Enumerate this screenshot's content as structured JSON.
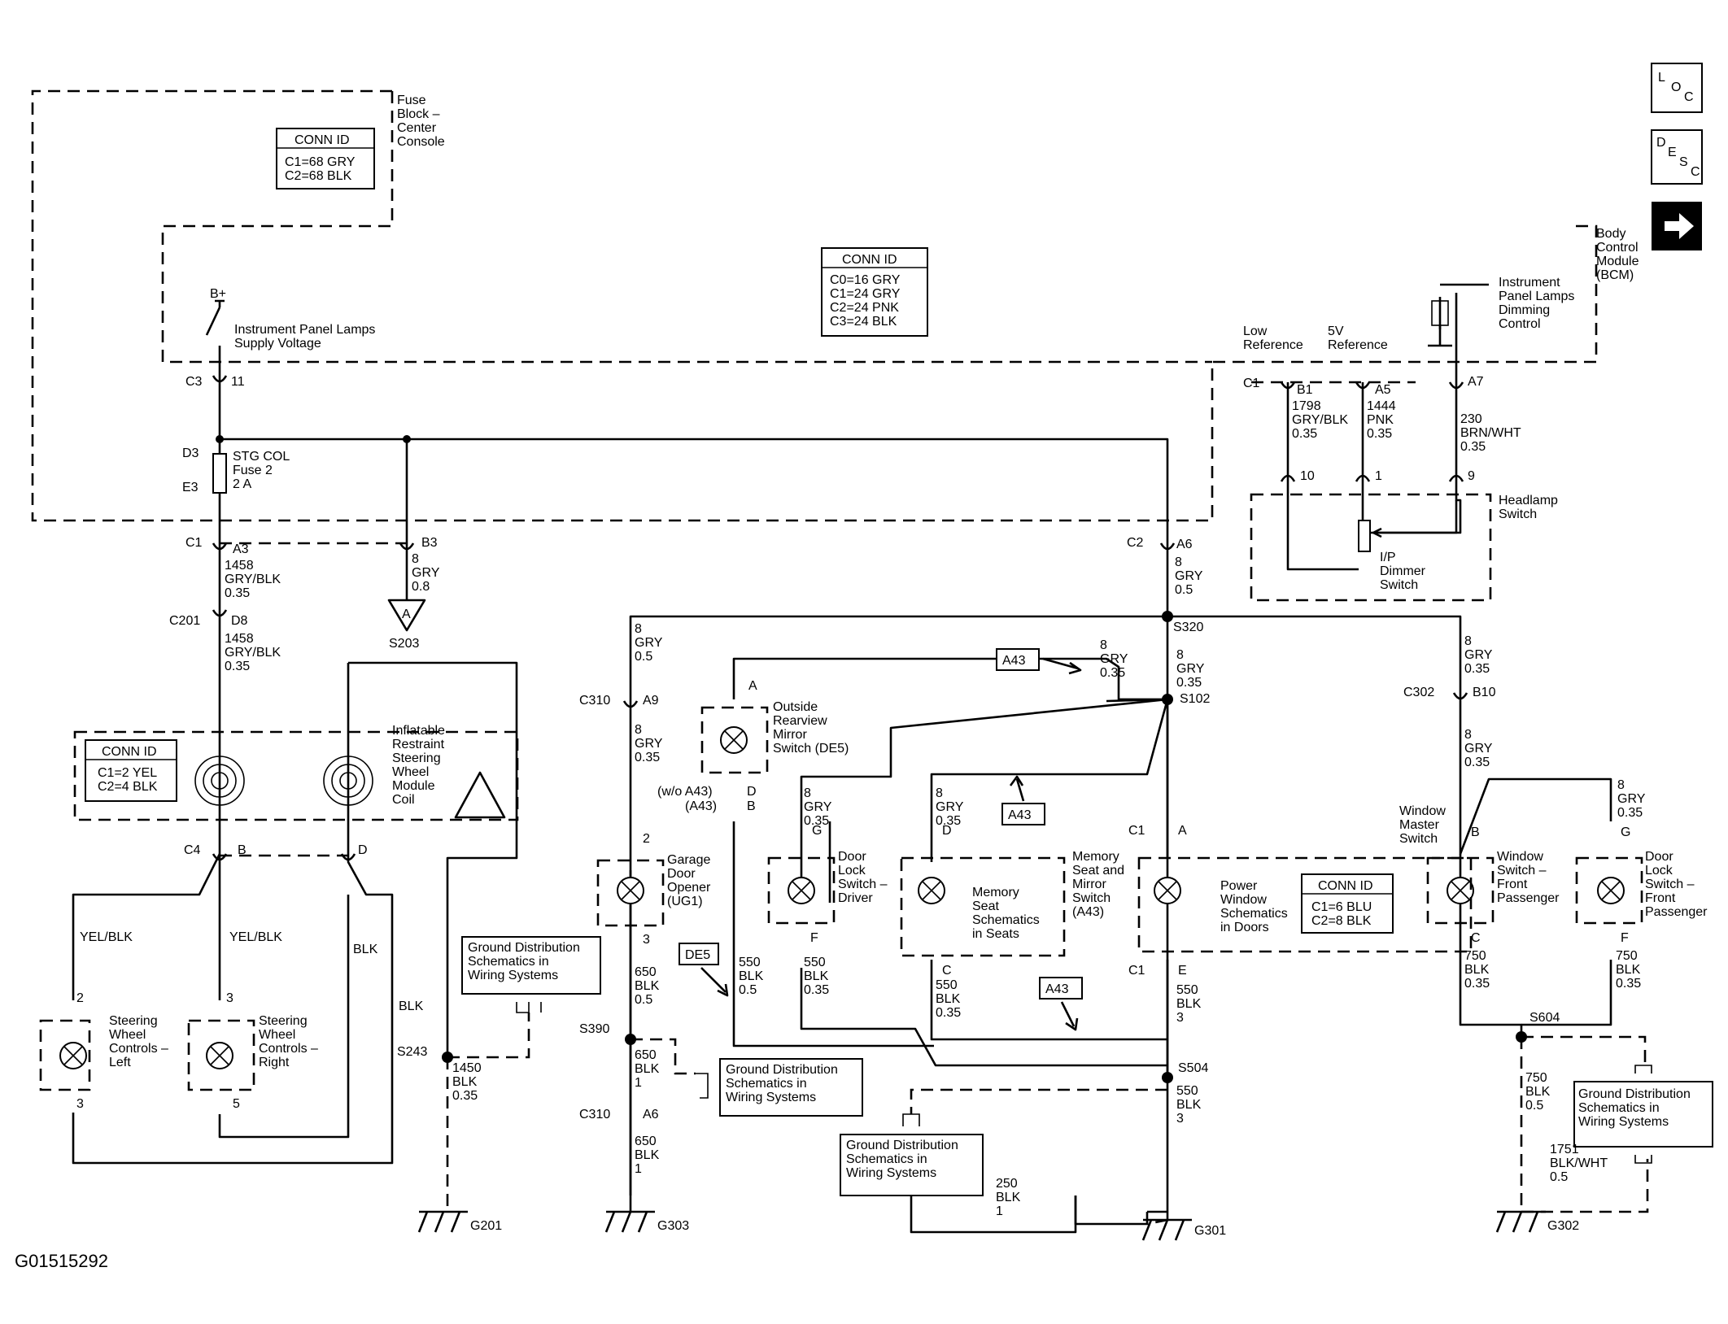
{
  "diagram_id": "G01515292",
  "nav": {
    "loc": [
      "L",
      "O",
      "C"
    ],
    "desc": [
      "D",
      "E",
      "S",
      "C"
    ],
    "next_icon": "right-arrow-icon"
  },
  "modules": {
    "fuse_block": [
      "Fuse",
      "Block –",
      "Center",
      "Console"
    ],
    "bcm": [
      "Body",
      "Control",
      "Module",
      "(BCM)"
    ]
  },
  "conn_fuse": {
    "title": "CONN ID",
    "lines": [
      "C1=68 GRY",
      "C2=68 BLK"
    ]
  },
  "conn_bcm": {
    "title": "CONN ID",
    "lines": [
      "C0=16 GRY",
      "C1=24 GRY",
      "C2=24 PNK",
      "C3=24 BLK"
    ]
  },
  "conn_coil": {
    "title": "CONN ID",
    "lines": [
      "C1=2 YEL",
      "C2=4 BLK"
    ]
  },
  "conn_window": {
    "title": "CONN ID",
    "lines": [
      "C1=6 BLU",
      "C2=8 BLK"
    ]
  },
  "bplus": "B+",
  "supply": [
    "Instrument Panel Lamps",
    "Supply Voltage"
  ],
  "dimming": [
    "Instrument",
    "Panel Lamps",
    "Dimming",
    "Control"
  ],
  "low_ref": [
    "Low",
    "Reference"
  ],
  "fivev_ref": [
    "5V",
    "Reference"
  ],
  "fuse": [
    "STG COL",
    "Fuse 2",
    "2 A"
  ],
  "headlamp": [
    "Headlamp",
    "Switch"
  ],
  "dimmer": [
    "I/P",
    "Dimmer",
    "Switch"
  ],
  "coil": [
    "Inflatable",
    "Restraint",
    "Steering",
    "Wheel",
    "Module",
    "Coil"
  ],
  "pins": {
    "c3": "C3",
    "p11": "11",
    "d3": "D3",
    "e3": "E3",
    "c1a": "C1",
    "a3": "A3",
    "b3": "B3",
    "c201": "C201",
    "d8": "D8",
    "s203": "S203",
    "tri_a": "A",
    "c4": "C4",
    "pb": "B",
    "pd": "D",
    "c2": "C2",
    "a6": "A6",
    "c1r": "C1",
    "b1": "B1",
    "a5": "A5",
    "a7": "A7",
    "p10": "10",
    "p1": "1",
    "p9": "9",
    "s320": "S320",
    "s102": "S102",
    "c310": "C310",
    "a9": "A9",
    "c302": "C302",
    "b10": "B10",
    "p2": "2",
    "p3": "3",
    "p3b": "3",
    "p5": "5",
    "p2b": "2",
    "p3c": "3",
    "oa": "A",
    "wo43": "(w/o A43)",
    "a43p": "(A43)",
    "od": "D",
    "ob": "B",
    "dg": "G",
    "df": "F",
    "md": "D",
    "mc": "C",
    "c1w": "C1",
    "wa": "A",
    "c1e": "C1",
    "we": "E",
    "fb": "B",
    "fc": "C",
    "fg": "G",
    "ff": "F",
    "s390": "S390",
    "c310b": "C310",
    "a6b": "A6",
    "s243": "S243",
    "s504": "S504",
    "s604": "S604",
    "g201": "G201",
    "g303": "G303",
    "g301": "G301",
    "g302": "G302"
  },
  "wires": {
    "w1458a": [
      "1458",
      "GRY/BLK",
      "0.35"
    ],
    "w1458b": [
      "1458",
      "GRY/BLK",
      "0.35"
    ],
    "w8_08": [
      "8",
      "GRY",
      "0.8"
    ],
    "w8_05": [
      "8",
      "GRY",
      "0.5"
    ],
    "w1798": [
      "1798",
      "GRY/BLK",
      "0.35"
    ],
    "w1444": [
      "1444",
      "PNK",
      "0.35"
    ],
    "w230": [
      "230",
      "BRN/WHT",
      "0.35"
    ],
    "w8_left": [
      "8",
      "GRY",
      "0.5"
    ],
    "w8_c310": [
      "8",
      "GRY",
      "0.35"
    ],
    "w8_a43": [
      "8",
      "GRY",
      "0.35"
    ],
    "w8_s320": [
      "8",
      "GRY",
      "0.35"
    ],
    "w8_rp1": [
      "8",
      "GRY",
      "0.35"
    ],
    "w8_rp2": [
      "8",
      "GRY",
      "0.35"
    ],
    "w8_door": [
      "8",
      "GRY",
      "0.35"
    ],
    "w8_mem": [
      "8",
      "GRY",
      "0.35"
    ],
    "w8_fpd": [
      "8",
      "GRY",
      "0.35"
    ],
    "w650a": [
      "650",
      "BLK",
      "0.5"
    ],
    "w650b": [
      "650",
      "BLK",
      "1"
    ],
    "w650c": [
      "650",
      "BLK",
      "1"
    ],
    "w550a": [
      "550",
      "BLK",
      "0.5"
    ],
    "w550b": [
      "550",
      "BLK",
      "0.35"
    ],
    "w550c": [
      "550",
      "BLK",
      "0.35"
    ],
    "w550d": [
      "550",
      "BLK",
      "3"
    ],
    "w550e": [
      "550",
      "BLK",
      "3"
    ],
    "w750a": [
      "750",
      "BLK",
      "0.35"
    ],
    "w750b": [
      "750",
      "BLK",
      "0.35"
    ],
    "w750c": [
      "750",
      "BLK",
      "0.5"
    ],
    "w1751": [
      "1751",
      "BLK/WHT",
      "0.5"
    ],
    "w1450": [
      "1450",
      "BLK",
      "0.35"
    ],
    "w250": [
      "250",
      "BLK",
      "1"
    ],
    "yel1": "YEL/BLK",
    "yel2": "YEL/BLK",
    "blk1": "BLK",
    "blk2": "BLK"
  },
  "components": {
    "swcl": [
      "Steering",
      "Wheel",
      "Controls –",
      "Left"
    ],
    "swcr": [
      "Steering",
      "Wheel",
      "Controls –",
      "Right"
    ],
    "garage": [
      "Garage",
      "Door",
      "Opener",
      "(UG1)"
    ],
    "mirror": [
      "Outside",
      "Rearview",
      "Mirror",
      "Switch (DE5)"
    ],
    "dls_driver": [
      "Door",
      "Lock",
      "Switch –",
      "Driver"
    ],
    "memory": [
      "Memory",
      "Seat and",
      "Mirror",
      "Switch",
      "(A43)"
    ],
    "mem_seat": [
      "Memory",
      "Seat",
      "Schematics",
      "in Seats"
    ],
    "wms": [
      "Window",
      "Master",
      "Switch"
    ],
    "pw": [
      "Power",
      "Window",
      "Schematics",
      "in Doors"
    ],
    "wsfp": [
      "Window",
      "Switch –",
      "Front",
      "Passenger"
    ],
    "dlsfp": [
      "Door",
      "Lock",
      "Switch –",
      "Front",
      "Passenger"
    ]
  },
  "gd": [
    "Ground Distribution",
    "Schematics in",
    "Wiring Systems"
  ],
  "tags": {
    "a43a": "A43",
    "a43b": "A43",
    "a43c": "A43",
    "de5": "DE5"
  }
}
